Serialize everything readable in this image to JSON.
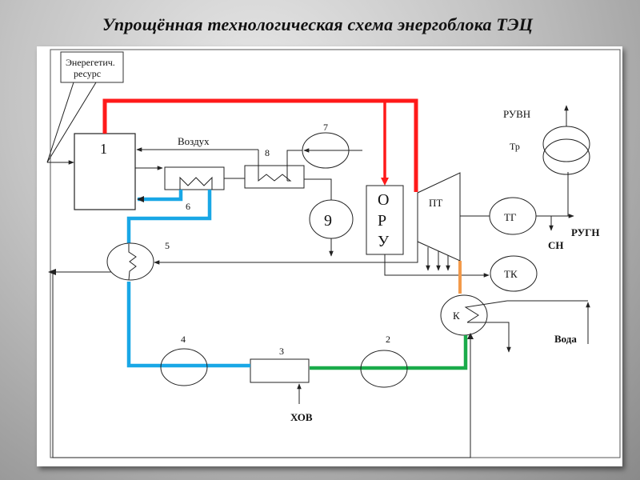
{
  "title": "Упрощённая технологическая схема энергоблока ТЭЦ",
  "colors": {
    "steam": "#ff1a1a",
    "feedwater": "#19a7e6",
    "condensate": "#1aab4a",
    "exhaust": "#f39a4a",
    "line": "#222222"
  },
  "labels": {
    "energy_resource_line1": "Энерегетич.",
    "energy_resource_line2": "ресурс",
    "boiler": "1",
    "air": "Воздух",
    "heater6": "6",
    "airheater8": "8",
    "fan7": "7",
    "pump9": "9",
    "deaerator5": "5",
    "pump4": "4",
    "chem_treat3": "3",
    "pump2": "2",
    "chem_water": "ХОВ",
    "oru_o": "О",
    "oru_r": "Р",
    "oru_u": "У",
    "turbine": "ПТ",
    "generator": "ТГ",
    "turbine_consumer": "ТК",
    "condenser": "К",
    "water": "Вода",
    "transformer": "Тр",
    "ruvn": "РУВН",
    "rugn": "РУГН",
    "sn": "СН"
  }
}
